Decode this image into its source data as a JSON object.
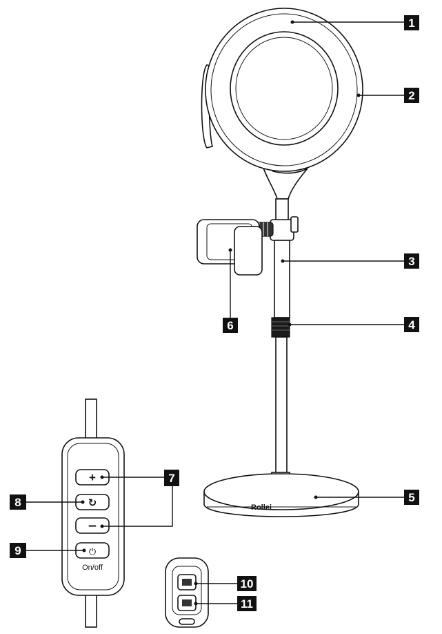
{
  "diagram": {
    "callouts": [
      {
        "id": "c1",
        "label": "1"
      },
      {
        "id": "c2",
        "label": "2"
      },
      {
        "id": "c3",
        "label": "3"
      },
      {
        "id": "c4",
        "label": "4"
      },
      {
        "id": "c5",
        "label": "5"
      },
      {
        "id": "c6",
        "label": "6"
      },
      {
        "id": "c7",
        "label": "7"
      },
      {
        "id": "c8",
        "label": "8"
      },
      {
        "id": "c9",
        "label": "9"
      },
      {
        "id": "c10",
        "label": "10"
      },
      {
        "id": "c11",
        "label": "11"
      }
    ],
    "base_logo": "Rollei",
    "controller": {
      "plus_symbol": "+",
      "cycle_symbol": "↻",
      "minus_symbol": "−",
      "power_symbol": "⏻",
      "onoff_label": "On/off"
    }
  }
}
